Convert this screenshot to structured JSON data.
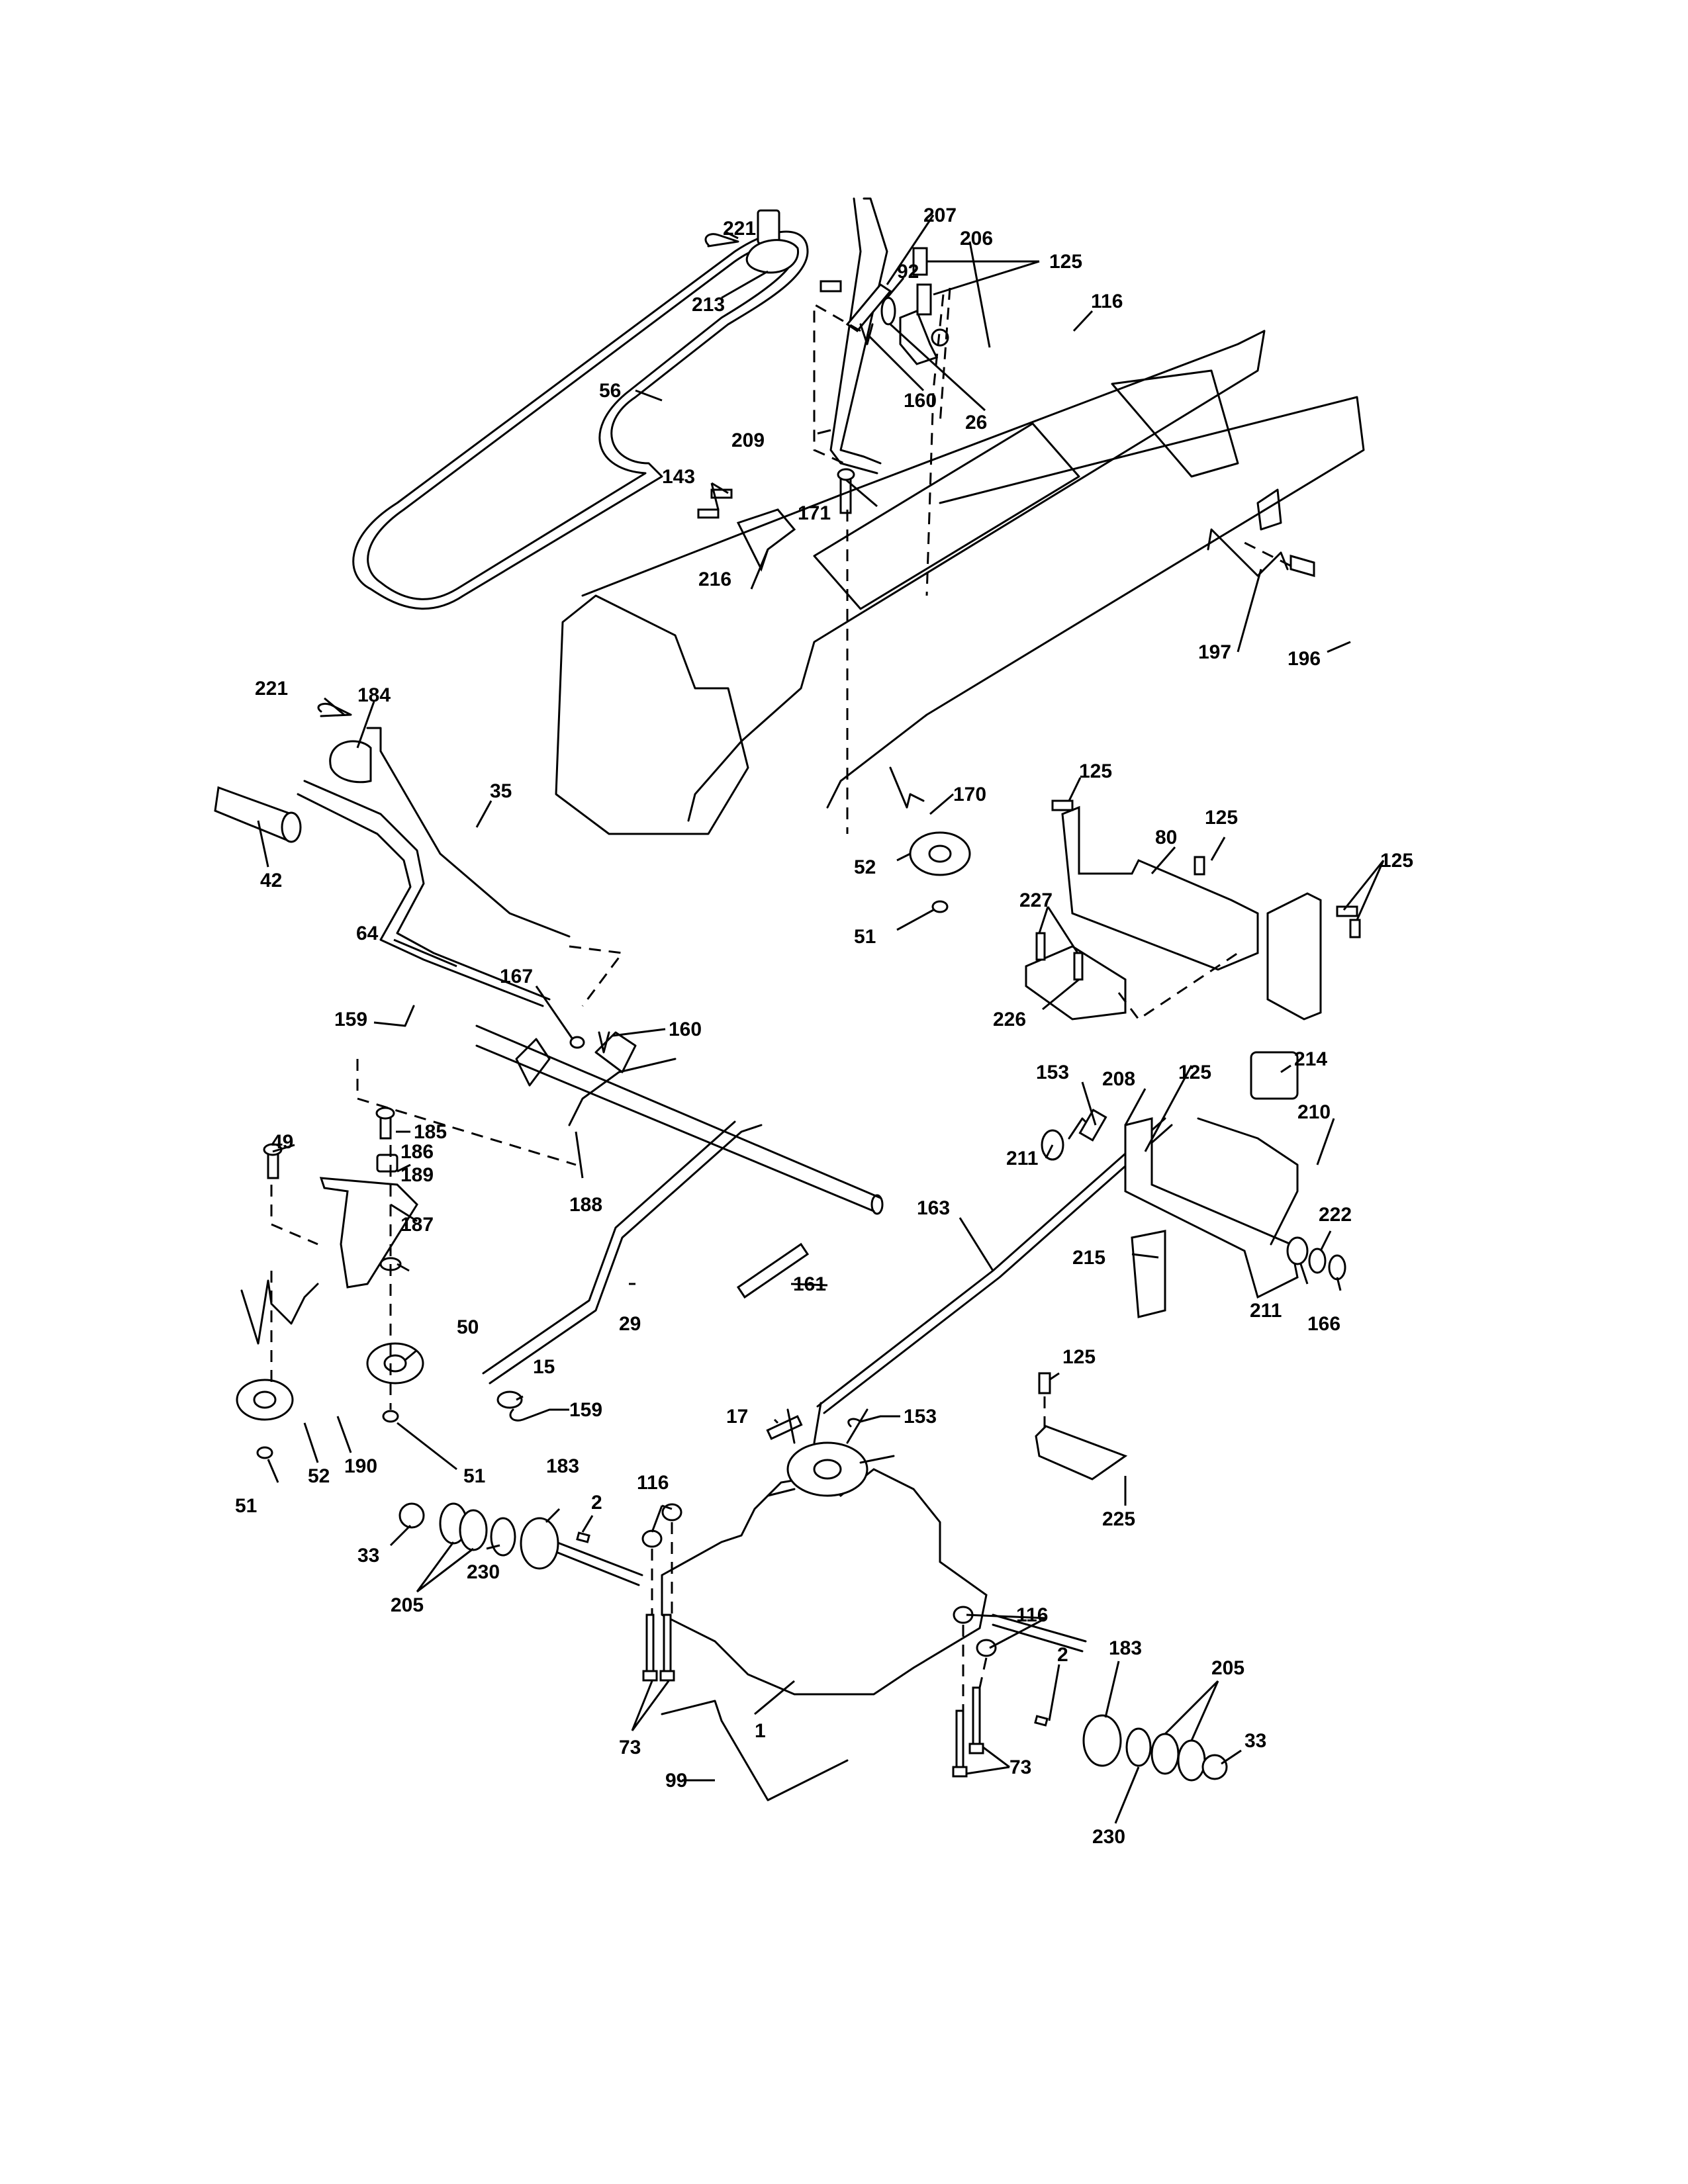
{
  "document": {
    "type": "exploded parts diagram",
    "subject": "Lawn tractor drive / ground-drive & transaxle assembly"
  },
  "callouts": [
    {
      "id": "c221a",
      "label": "221"
    },
    {
      "id": "c213",
      "label": "213"
    },
    {
      "id": "c207",
      "label": "207"
    },
    {
      "id": "c206",
      "label": "206"
    },
    {
      "id": "c125a",
      "label": "125"
    },
    {
      "id": "c92",
      "label": "92"
    },
    {
      "id": "c116a",
      "label": "116"
    },
    {
      "id": "c56",
      "label": "56"
    },
    {
      "id": "c160a",
      "label": "160"
    },
    {
      "id": "c26",
      "label": "26"
    },
    {
      "id": "c209",
      "label": "209"
    },
    {
      "id": "c143",
      "label": "143"
    },
    {
      "id": "c171",
      "label": "171"
    },
    {
      "id": "c216",
      "label": "216"
    },
    {
      "id": "c197",
      "label": "197"
    },
    {
      "id": "c196",
      "label": "196"
    },
    {
      "id": "c221b",
      "label": "221"
    },
    {
      "id": "c184",
      "label": "184"
    },
    {
      "id": "c35",
      "label": "35"
    },
    {
      "id": "c42",
      "label": "42"
    },
    {
      "id": "c170",
      "label": "170"
    },
    {
      "id": "c125b",
      "label": "125"
    },
    {
      "id": "c80",
      "label": "80"
    },
    {
      "id": "c125c",
      "label": "125"
    },
    {
      "id": "c125d",
      "label": "125"
    },
    {
      "id": "c52a",
      "label": "52"
    },
    {
      "id": "c51a",
      "label": "51"
    },
    {
      "id": "c227",
      "label": "227"
    },
    {
      "id": "c226",
      "label": "226"
    },
    {
      "id": "c64",
      "label": "64"
    },
    {
      "id": "c167",
      "label": "167"
    },
    {
      "id": "c159a",
      "label": "159"
    },
    {
      "id": "c160b",
      "label": "160"
    },
    {
      "id": "c153a",
      "label": "153"
    },
    {
      "id": "c208",
      "label": "208"
    },
    {
      "id": "c125e",
      "label": "125"
    },
    {
      "id": "c214",
      "label": "214"
    },
    {
      "id": "c210",
      "label": "210"
    },
    {
      "id": "c49",
      "label": "49"
    },
    {
      "id": "c185",
      "label": "185"
    },
    {
      "id": "c186",
      "label": "186"
    },
    {
      "id": "c189",
      "label": "189"
    },
    {
      "id": "c188",
      "label": "188"
    },
    {
      "id": "c211a",
      "label": "211"
    },
    {
      "id": "c187",
      "label": "187"
    },
    {
      "id": "c163",
      "label": "163"
    },
    {
      "id": "c161",
      "label": "161"
    },
    {
      "id": "c215",
      "label": "215"
    },
    {
      "id": "c222",
      "label": "222"
    },
    {
      "id": "c211b",
      "label": "211"
    },
    {
      "id": "c166",
      "label": "166"
    },
    {
      "id": "c50",
      "label": "50"
    },
    {
      "id": "c29",
      "label": "29"
    },
    {
      "id": "c15",
      "label": "15"
    },
    {
      "id": "c125f",
      "label": "125"
    },
    {
      "id": "c159b",
      "label": "159"
    },
    {
      "id": "c17",
      "label": "17"
    },
    {
      "id": "c153b",
      "label": "153"
    },
    {
      "id": "c190",
      "label": "190"
    },
    {
      "id": "c52b",
      "label": "52"
    },
    {
      "id": "c51b",
      "label": "51"
    },
    {
      "id": "c51c",
      "label": "51"
    },
    {
      "id": "c183a",
      "label": "183"
    },
    {
      "id": "c2a",
      "label": "2"
    },
    {
      "id": "c116b",
      "label": "116"
    },
    {
      "id": "c225",
      "label": "225"
    },
    {
      "id": "c33a",
      "label": "33"
    },
    {
      "id": "c230a",
      "label": "230"
    },
    {
      "id": "c205a",
      "label": "205"
    },
    {
      "id": "c116c",
      "label": "116"
    },
    {
      "id": "c2b",
      "label": "2"
    },
    {
      "id": "c183b",
      "label": "183"
    },
    {
      "id": "c1",
      "label": "1"
    },
    {
      "id": "c205b",
      "label": "205"
    },
    {
      "id": "c73a",
      "label": "73"
    },
    {
      "id": "c33b",
      "label": "33"
    },
    {
      "id": "c99",
      "label": "99"
    },
    {
      "id": "c73b",
      "label": "73"
    },
    {
      "id": "c230b",
      "label": "230"
    }
  ]
}
